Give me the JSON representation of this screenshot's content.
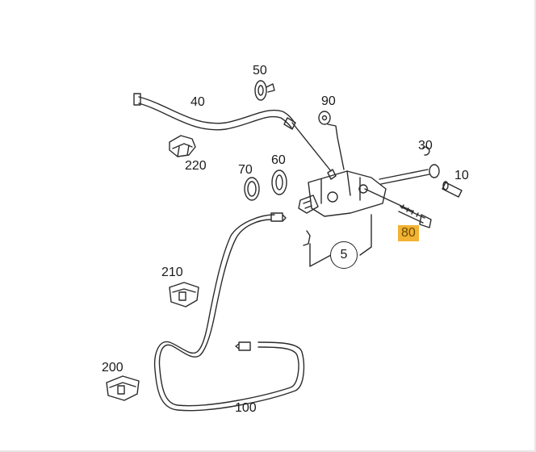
{
  "diagram": {
    "labels": {
      "p40": "40",
      "p50": "50",
      "p90": "90",
      "p30": "30",
      "p10": "10",
      "p220": "220",
      "p70": "70",
      "p60": "60",
      "p80": "80",
      "p5": "5",
      "p210": "210",
      "p200": "200",
      "p100": "100"
    },
    "highlight_color": "#f2b233",
    "highlighted_part": "80"
  }
}
